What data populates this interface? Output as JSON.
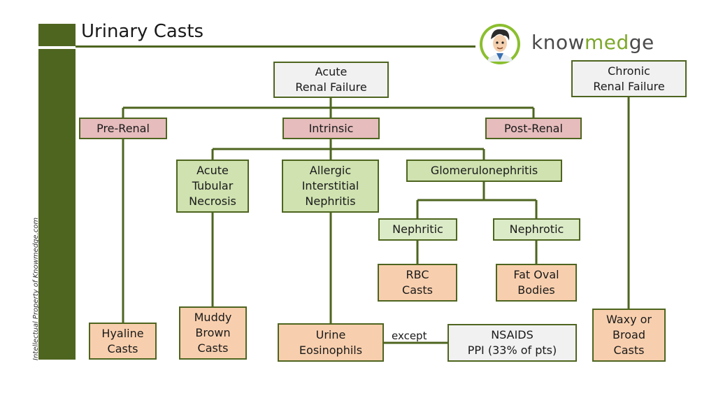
{
  "header": {
    "title": "Urinary Casts",
    "watermark": "Intellectual Property of Knowmedge.com",
    "logo_text_pre": "know",
    "logo_text_mid": "med",
    "logo_text_post": "ge"
  },
  "nodes": {
    "acute_renal_failure": "Acute\nRenal Failure",
    "chronic_renal_failure": "Chronic\nRenal Failure",
    "pre_renal": "Pre-Renal",
    "intrinsic": "Intrinsic",
    "post_renal": "Post-Renal",
    "atn": "Acute\nTubular\nNecrosis",
    "ain": "Allergic\nInterstitial\nNephritis",
    "glomerulonephritis": "Glomerulonephritis",
    "nephritic": "Nephritic",
    "nephrotic": "Nephrotic",
    "rbc_casts": "RBC\nCasts",
    "fat_oval_bodies": "Fat Oval\nBodies",
    "hyaline_casts": "Hyaline\nCasts",
    "muddy_brown_casts": "Muddy\nBrown\nCasts",
    "urine_eosinophils": "Urine\nEosinophils",
    "nsaids_ppi": "NSAIDS\nPPI (33% of pts)",
    "waxy_broad_casts": "Waxy or\nBroad\nCasts"
  },
  "edge_labels": {
    "except": "except"
  },
  "colors": {
    "sidebar": "#4e651f",
    "line": "#4e651f",
    "gray_box": "#f1f1f1",
    "pink_box": "#e6bcbc",
    "green_box": "#cfe2b0",
    "peach_box": "#f8cfae"
  }
}
